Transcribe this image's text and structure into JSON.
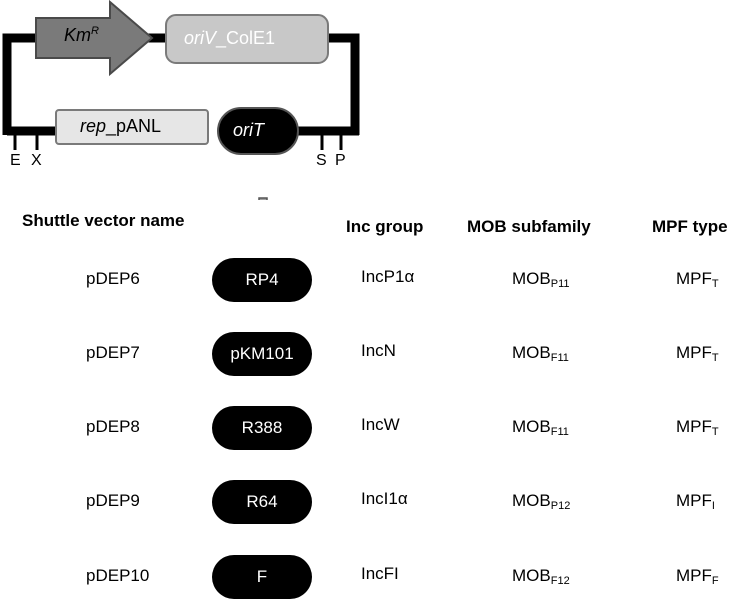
{
  "construct": {
    "km_label": "Km",
    "km_sup": "R",
    "oriv_italic": "oriV",
    "oriv_rest": "_ColE1",
    "rep_italic": "rep",
    "rep_rest": "_pANL",
    "orit_label": "oriT",
    "sites": [
      "E",
      "X",
      "S",
      "P"
    ]
  },
  "table": {
    "headers": {
      "name": "Shuttle vector name",
      "inc": "Inc group",
      "mob": "MOB subfamily",
      "mpf": "MPF type"
    },
    "rows": [
      {
        "name": "pDEP6",
        "plasmid": "RP4",
        "inc": "IncP1α",
        "mob": "MOB",
        "mob_sub": "P11",
        "mpf": "MPF",
        "mpf_sub": "T"
      },
      {
        "name": "pDEP7",
        "plasmid": "pKM101",
        "inc": "IncN",
        "mob": "MOB",
        "mob_sub": "F11",
        "mpf": "MPF",
        "mpf_sub": "T"
      },
      {
        "name": "pDEP8",
        "plasmid": "R388",
        "inc": "IncW",
        "mob": "MOB",
        "mob_sub": "F11",
        "mpf": "MPF",
        "mpf_sub": "T"
      },
      {
        "name": "pDEP9",
        "plasmid": "R64",
        "inc": "IncI1α",
        "mob": "MOB",
        "mob_sub": "P12",
        "mpf": "MPF",
        "mpf_sub": "I"
      },
      {
        "name": "pDEP10",
        "plasmid": "F",
        "inc": "IncFI",
        "mob": "MOB",
        "mob_sub": "F12",
        "mpf": "MPF",
        "mpf_sub": "F"
      }
    ]
  },
  "colors": {
    "km_arrow": "#7a7a7a",
    "oriv_box": "#c8c8c8",
    "rep_box": "#e6e6e6",
    "orit": "#000000",
    "down_arrow": "#9a9a9a"
  }
}
